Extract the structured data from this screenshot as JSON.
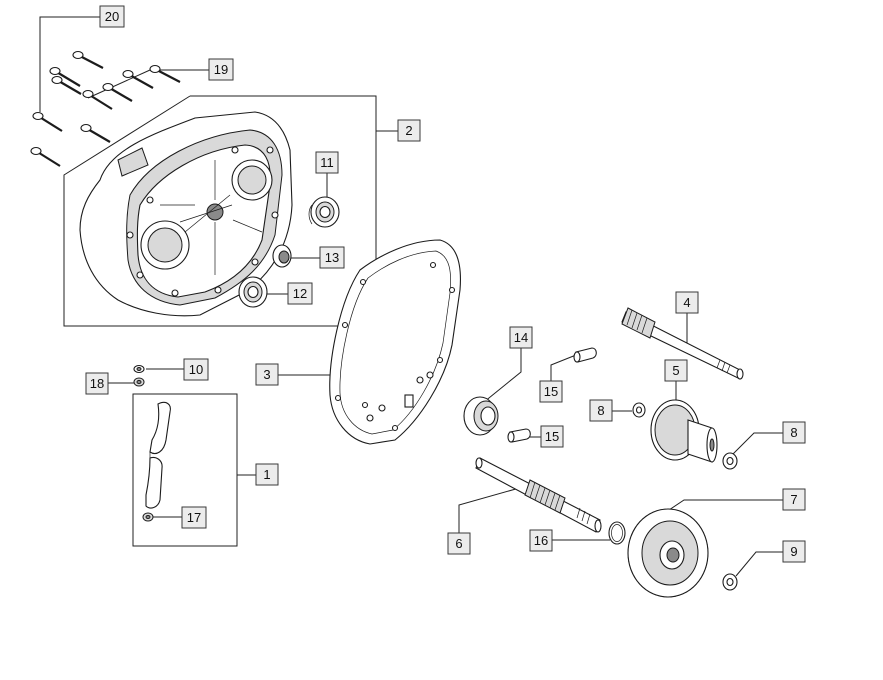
{
  "callouts": [
    {
      "id": "c1",
      "label": "1"
    },
    {
      "id": "c2",
      "label": "2"
    },
    {
      "id": "c3",
      "label": "3"
    },
    {
      "id": "c4",
      "label": "4"
    },
    {
      "id": "c5",
      "label": "5"
    },
    {
      "id": "c6",
      "label": "6"
    },
    {
      "id": "c7",
      "label": "7"
    },
    {
      "id": "c8a",
      "label": "8"
    },
    {
      "id": "c8b",
      "label": "8"
    },
    {
      "id": "c9",
      "label": "9"
    },
    {
      "id": "c10",
      "label": "10"
    },
    {
      "id": "c11",
      "label": "11"
    },
    {
      "id": "c12",
      "label": "12"
    },
    {
      "id": "c13",
      "label": "13"
    },
    {
      "id": "c14",
      "label": "14"
    },
    {
      "id": "c15a",
      "label": "15"
    },
    {
      "id": "c15b",
      "label": "15"
    },
    {
      "id": "c16",
      "label": "16"
    },
    {
      "id": "c17",
      "label": "17"
    },
    {
      "id": "c18",
      "label": "18"
    },
    {
      "id": "c19",
      "label": "19"
    },
    {
      "id": "c20",
      "label": "20"
    }
  ],
  "colors": {
    "line": "#1c1c1c",
    "callout_fill": "#ececec",
    "background": "#ffffff"
  }
}
